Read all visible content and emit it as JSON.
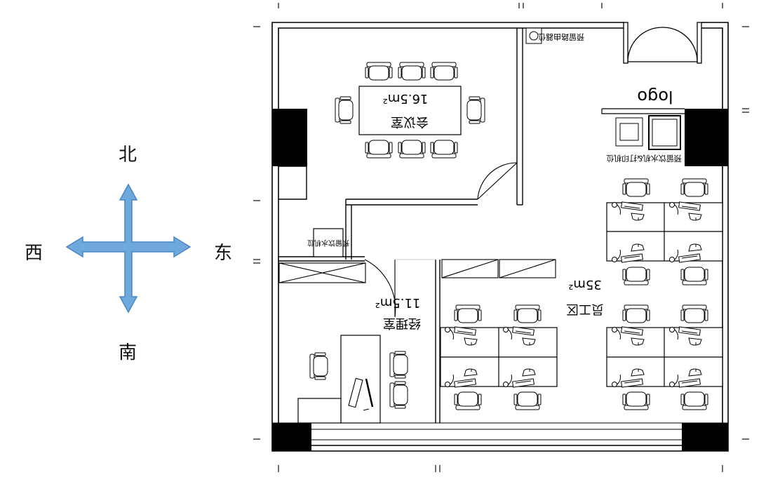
{
  "compass": {
    "north": "北",
    "south": "南",
    "west": "西",
    "east": "东",
    "arrow_color": "#6fa8dc",
    "arrow_stroke": "#4a86c5"
  },
  "rooms": {
    "meeting": {
      "name": "会议室",
      "area": "16.5m²"
    },
    "manager": {
      "name": "经理室",
      "area": "11.5m²"
    },
    "staff": {
      "name": "员工区",
      "area": "35m²"
    }
  },
  "labels": {
    "logo": "logo",
    "equipment_tr": "预留路由器位",
    "printer": "预留饮水机&打印机位",
    "equipment_mid": "预留饮水机位"
  },
  "colors": {
    "wall": "#000000",
    "line": "#222222",
    "pillar": "#000000"
  }
}
